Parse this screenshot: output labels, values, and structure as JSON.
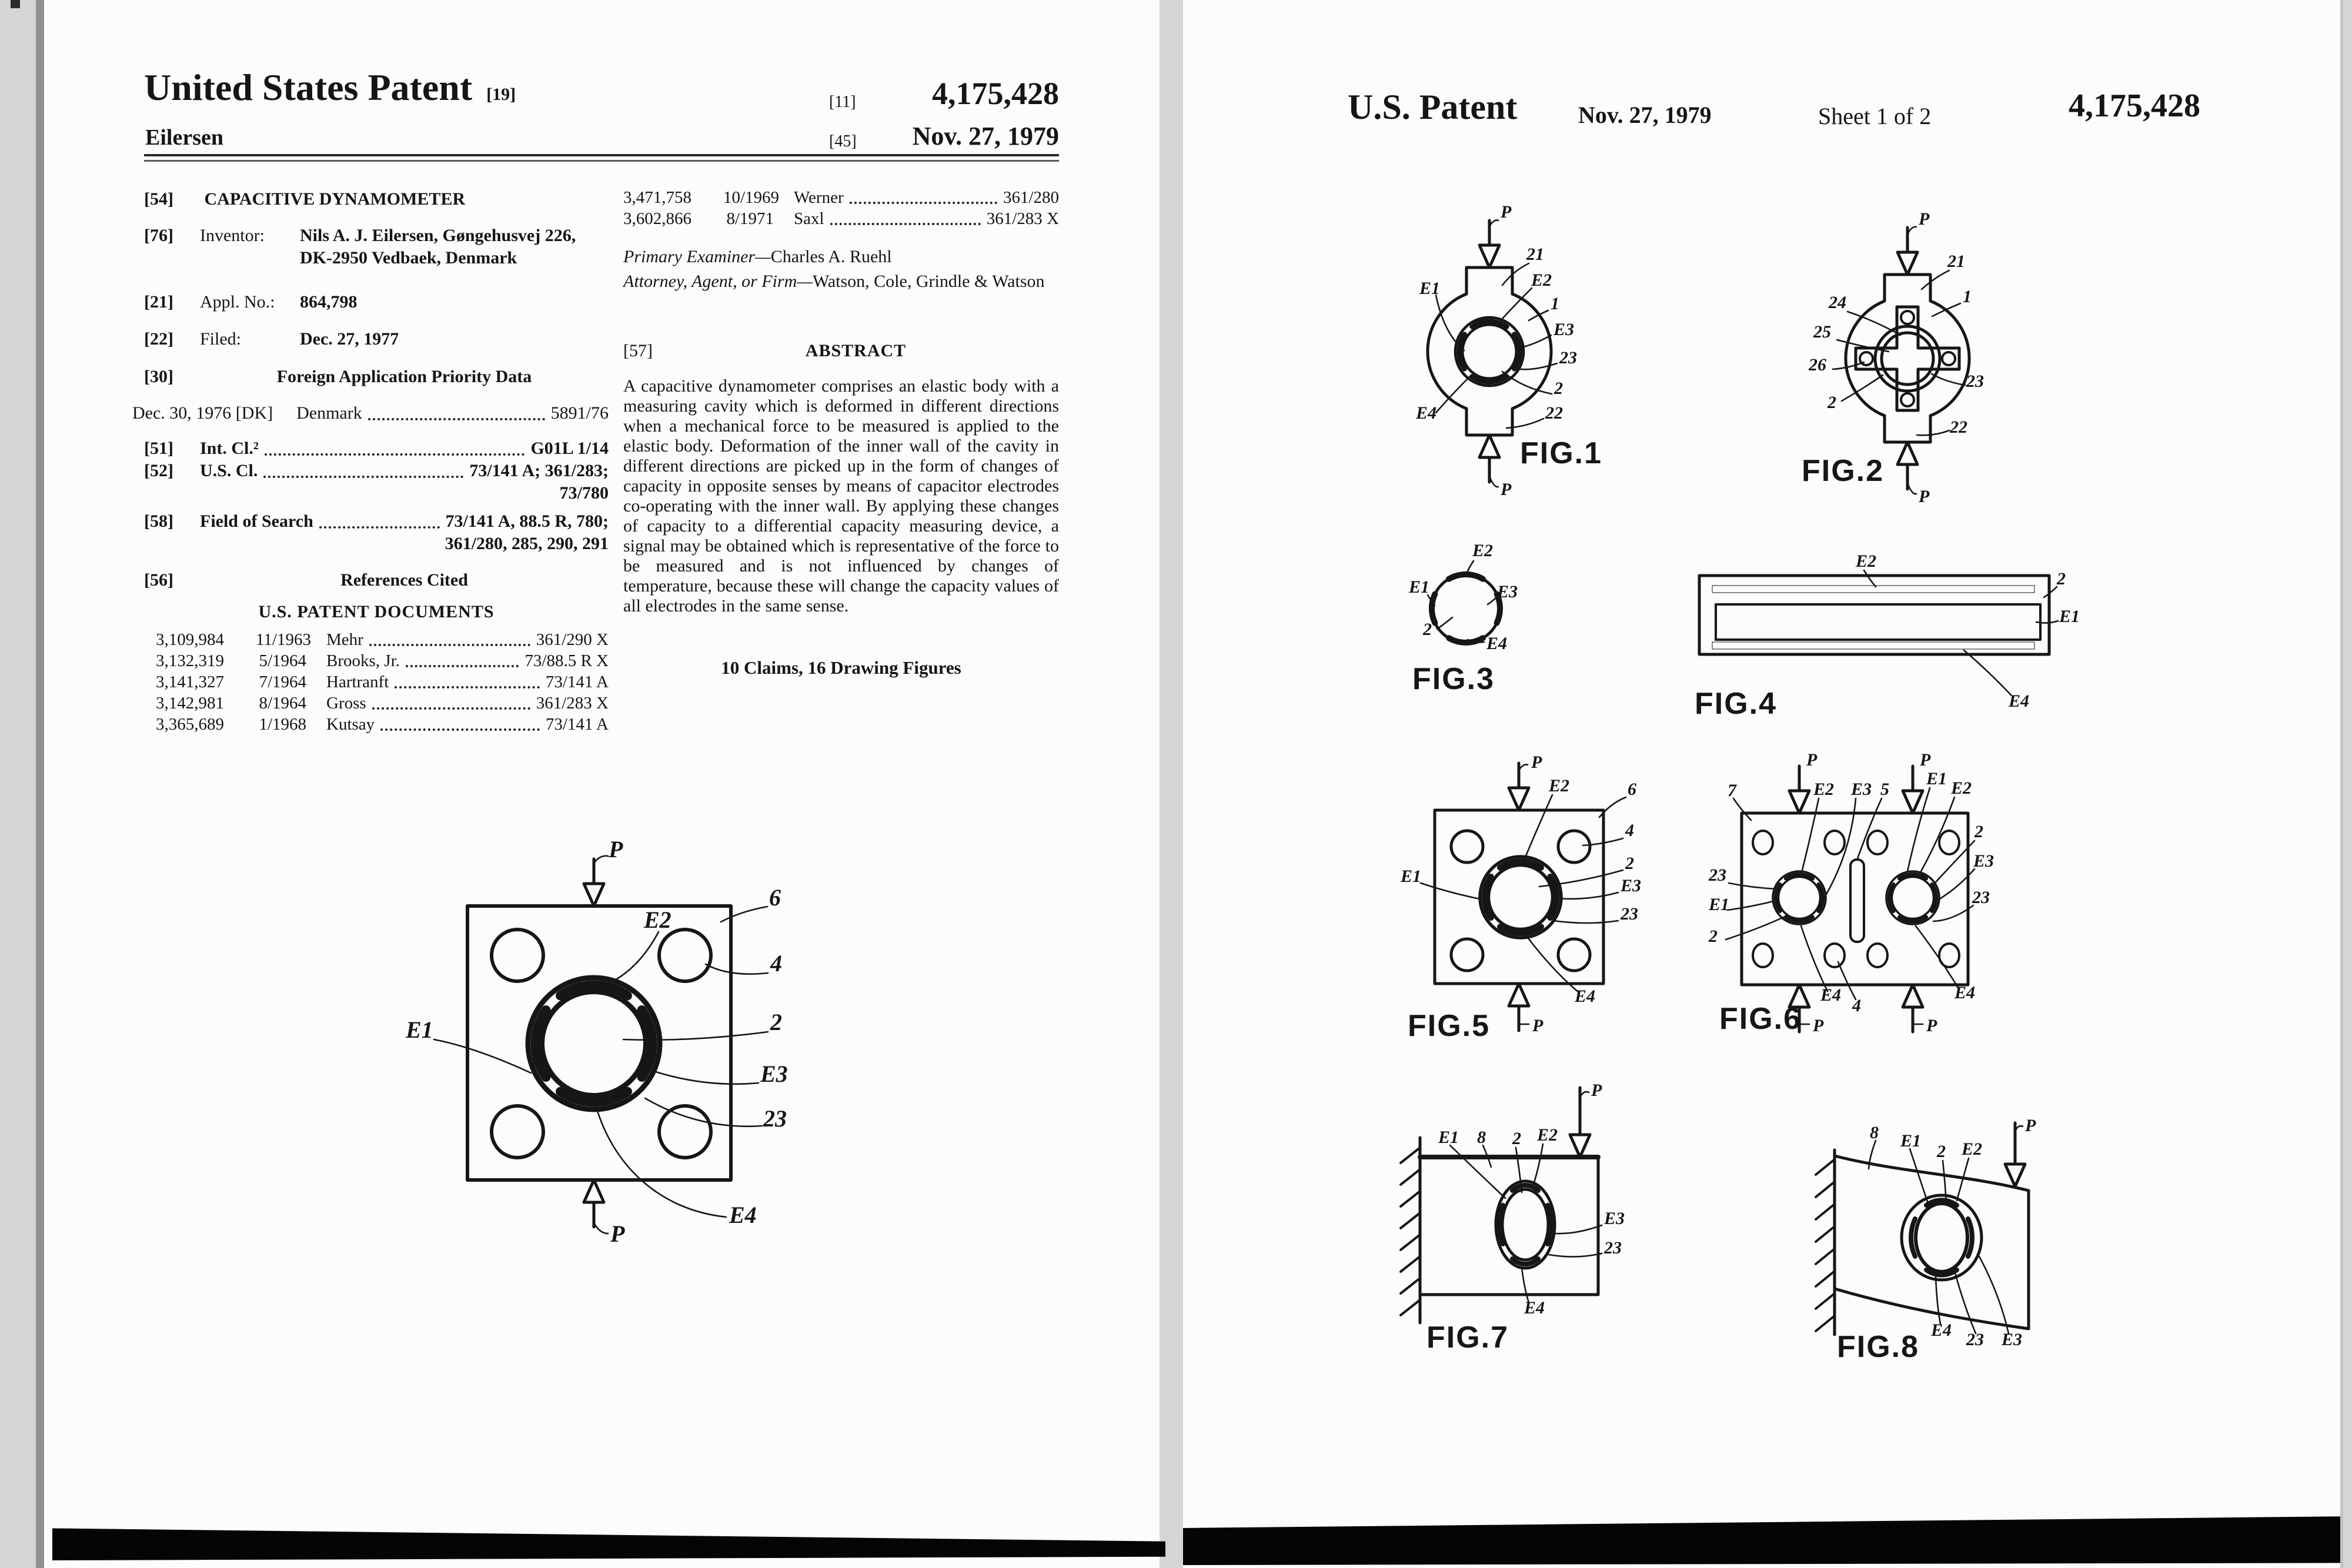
{
  "page1": {
    "header": {
      "title": "United States Patent",
      "title_tag": "[19]",
      "applicant": "Eilersen",
      "number_tag": "[11]",
      "number": "4,175,428",
      "date_tag": "[45]",
      "date": "Nov. 27, 1979"
    },
    "left_col": {
      "f54_tag": "[54]",
      "f54_title": "CAPACITIVE DYNAMOMETER",
      "f76_tag": "[76]",
      "f76_label": "Inventor:",
      "f76_value": "Nils A. J. Eilersen, Gøngehusvej 226, DK-2950 Vedbaek, Denmark",
      "f21_tag": "[21]",
      "f21_label": "Appl. No.:",
      "f21_value": "864,798",
      "f22_tag": "[22]",
      "f22_label": "Filed:",
      "f22_value": "Dec. 27, 1977",
      "f30_tag": "[30]",
      "f30_title": "Foreign Application Priority Data",
      "f30_date": "Dec. 30, 1976 [DK]",
      "f30_country": "Denmark",
      "f30_number": "5891/76",
      "f51_tag": "[51]",
      "f51_label": "Int. Cl.²",
      "f51_value": "G01L 1/14",
      "f52_tag": "[52]",
      "f52_label": "U.S. Cl.",
      "f52_value": "73/141 A; 361/283;",
      "f52_value2": "73/780",
      "f58_tag": "[58]",
      "f58_label": "Field of Search",
      "f58_value": "73/141 A, 88.5 R, 780;",
      "f58_value2": "361/280, 285, 290, 291",
      "f56_tag": "[56]",
      "f56_title": "References Cited",
      "uspd_title": "U.S. PATENT DOCUMENTS",
      "references": [
        {
          "number": "3,109,984",
          "date": "11/1963",
          "name": "Mehr",
          "cls": "361/290 X"
        },
        {
          "number": "3,132,319",
          "date": "5/1964",
          "name": "Brooks, Jr.",
          "cls": "73/88.5 R X"
        },
        {
          "number": "3,141,327",
          "date": "7/1964",
          "name": "Hartranft",
          "cls": "73/141 A"
        },
        {
          "number": "3,142,981",
          "date": "8/1964",
          "name": "Gross",
          "cls": "361/283 X"
        },
        {
          "number": "3,365,689",
          "date": "1/1968",
          "name": "Kutsay",
          "cls": "73/141 A"
        }
      ]
    },
    "right_col": {
      "references": [
        {
          "number": "3,471,758",
          "date": "10/1969",
          "name": "Werner",
          "cls": "361/280"
        },
        {
          "number": "3,602,866",
          "date": "8/1971",
          "name": "Saxl",
          "cls": "361/283 X"
        }
      ],
      "examiner_label": "Primary Examiner—",
      "examiner_value": "Charles A. Ruehl",
      "attorney_label": "Attorney, Agent, or Firm—",
      "attorney_value": "Watson, Cole, Grindle & Watson",
      "abstract_tag": "[57]",
      "abstract_title": "ABSTRACT",
      "abstract_text": "A capacitive dynamometer comprises an elastic body with a measuring cavity which is deformed in different directions when a mechanical force to be measured is applied to the elastic body. Deformation of the inner wall of the cavity in different directions are picked up in the form of changes of capacity in opposite senses by means of capacitor electrodes co-operating with the inner wall. By applying these changes of capacity to a differential capacity measuring device, a signal may be obtained which is representative of the force to be measured and is not influenced by changes of temperature, because these will change the capacity values of all electrodes in the same sense.",
      "claims_line": "10 Claims, 16 Drawing Figures"
    }
  },
  "page2": {
    "header": {
      "title": "U.S. Patent",
      "date": "Nov. 27, 1979",
      "sheet": "Sheet 1 of 2",
      "number": "4,175,428"
    }
  },
  "figures": {
    "fig1": "FIG.1",
    "fig2": "FIG.2",
    "fig3": "FIG.3",
    "fig4": "FIG.4",
    "fig5": "FIG.5",
    "fig6": "FIG.6",
    "fig7": "FIG.7",
    "fig8": "FIG.8"
  },
  "fig_labels": {
    "P": "P",
    "E1": "E1",
    "E2": "E2",
    "E3": "E3",
    "E4": "E4",
    "n1": "1",
    "n2": "2",
    "n4": "4",
    "n5": "5",
    "n6": "6",
    "n7": "7",
    "n8": "8",
    "n21": "21",
    "n22": "22",
    "n23": "23",
    "n24": "24",
    "n25": "25",
    "n26": "26"
  }
}
